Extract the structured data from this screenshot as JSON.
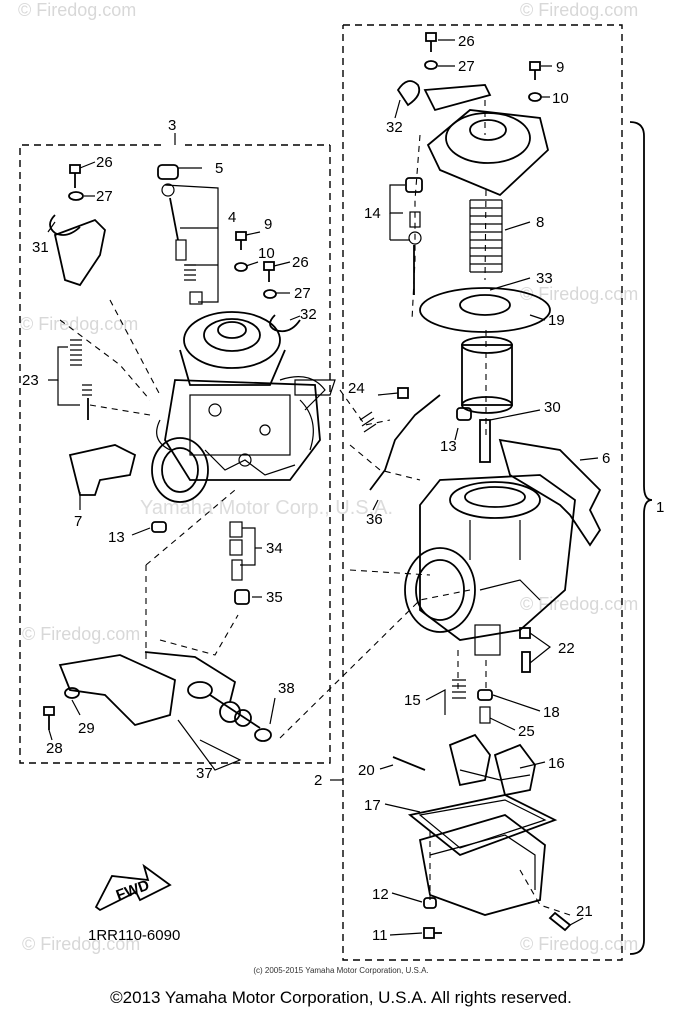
{
  "watermark": {
    "brand": "© Firedog.com",
    "overlay": "Yamaha Motor Corp., U.S.A."
  },
  "labels": {
    "l1": "1",
    "l2": "2",
    "l3": "3",
    "l4": "4",
    "l5": "5",
    "l6": "6",
    "l7": "7",
    "l8": "8",
    "l9a": "9",
    "l9b": "9",
    "l10a": "10",
    "l10b": "10",
    "l11": "11",
    "l12": "12",
    "l13a": "13",
    "l13b": "13",
    "l14": "14",
    "l15": "15",
    "l16": "16",
    "l17": "17",
    "l18": "18",
    "l19": "19",
    "l20": "20",
    "l21": "21",
    "l22": "22",
    "l23": "23",
    "l24": "24",
    "l25": "25",
    "l26a": "26",
    "l26b": "26",
    "l26c": "26",
    "l27a": "27",
    "l27b": "27",
    "l27c": "27",
    "l28": "28",
    "l29": "29",
    "l30": "30",
    "l31": "31",
    "l32a": "32",
    "l32b": "32",
    "l33": "33",
    "l34": "34",
    "l35": "35",
    "l36": "36",
    "l37": "37",
    "l38": "38"
  },
  "fwd_label": "FWD",
  "diagram_code": "1RR110-6090",
  "copyright_small": "(c) 2005-2015 Yamaha Motor Corporation, U.S.A.",
  "copyright_main": "©2013 Yamaha Motor Corporation, U.S.A. All rights reserved."
}
